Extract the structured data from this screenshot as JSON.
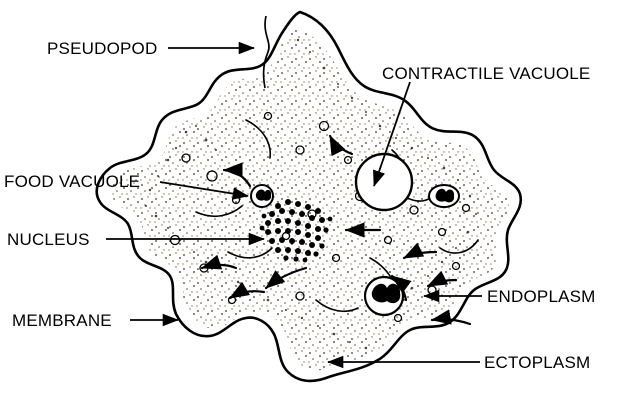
{
  "figure": {
    "subject": "amoeba-cell-diagram",
    "background_color": "#ffffff",
    "ink_color": "#000000"
  },
  "labels": [
    {
      "id": "pseudopod",
      "text": "PSEUDOPOD",
      "icon": "leader-arrow-right-icon"
    },
    {
      "id": "contractile",
      "text": "CONTRACTILE VACUOLE",
      "icon": "leader-line-diagonal-icon"
    },
    {
      "id": "food_vacuole",
      "text": "FOOD VACUOLE",
      "icon": "leader-arrow-right-icon"
    },
    {
      "id": "nucleus",
      "text": "NUCLEUS",
      "icon": "leader-arrow-right-icon"
    },
    {
      "id": "membrane",
      "text": "MEMBRANE",
      "icon": "leader-arrow-right-icon"
    },
    {
      "id": "endoplasm",
      "text": "ENDOPLASM",
      "icon": "leader-arrow-left-icon"
    },
    {
      "id": "ectoplasm",
      "text": "ECTOPLASM",
      "icon": "leader-arrow-left-icon"
    }
  ],
  "structures": {
    "pseudopod_bracket": "vertical-tick-mark",
    "contractile_vacuole": "large-open-circle",
    "nucleus": "dense-stippled-disc",
    "food_vacuoles": "small-dark-filled-circles",
    "cytoplasm_flow_arrows": "curved-streaming-arrows",
    "ectoplasm": "clear-outer-layer",
    "endoplasm": "granular-inner-layer"
  }
}
